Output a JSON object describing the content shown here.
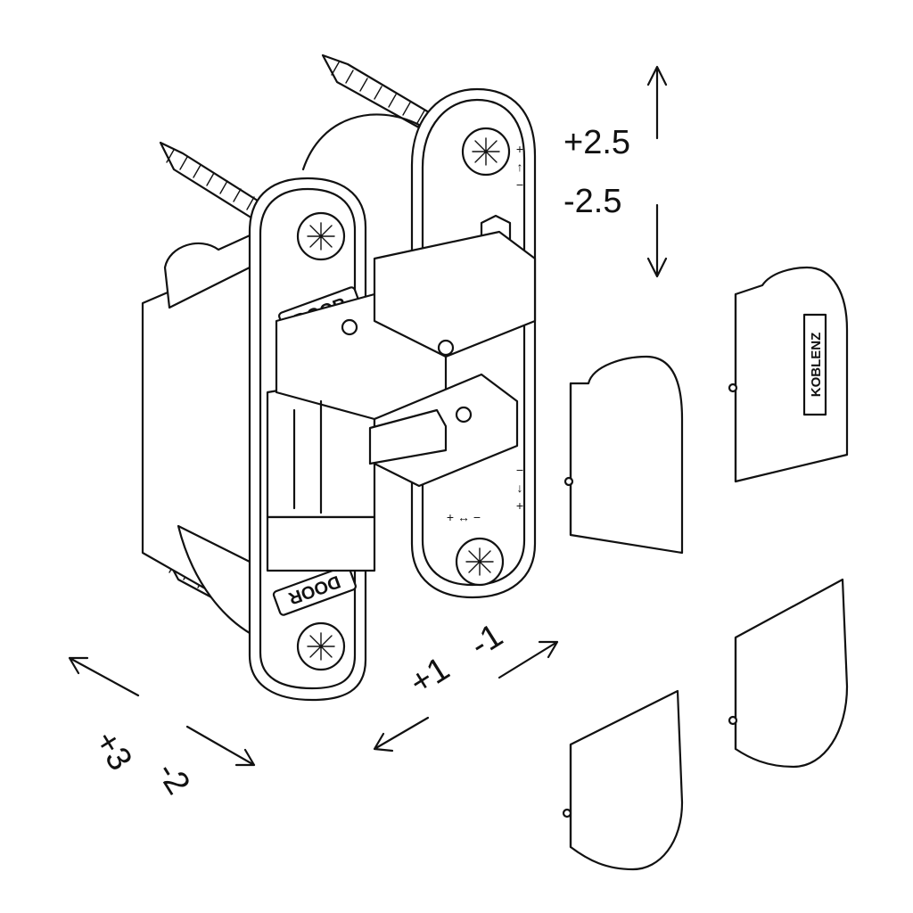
{
  "adjustments": {
    "vertical_plus": "+2.5",
    "vertical_minus": "-2.5",
    "depth_plus": "+1",
    "depth_minus": "-1",
    "lateral_plus": "+3",
    "lateral_minus": "-2"
  },
  "hinge": {
    "door_label_top": "DOOR",
    "door_label_bottom": "DOOR",
    "frame_marks_top": [
      "+",
      "↑",
      "−"
    ],
    "frame_marks_bottom": [
      "−",
      "↓",
      "+"
    ],
    "side_mark": "+ ↔ −"
  },
  "cover_caps": {
    "brand": "KOBLENZ"
  },
  "colors": {
    "line": "#111111",
    "background": "#ffffff"
  }
}
